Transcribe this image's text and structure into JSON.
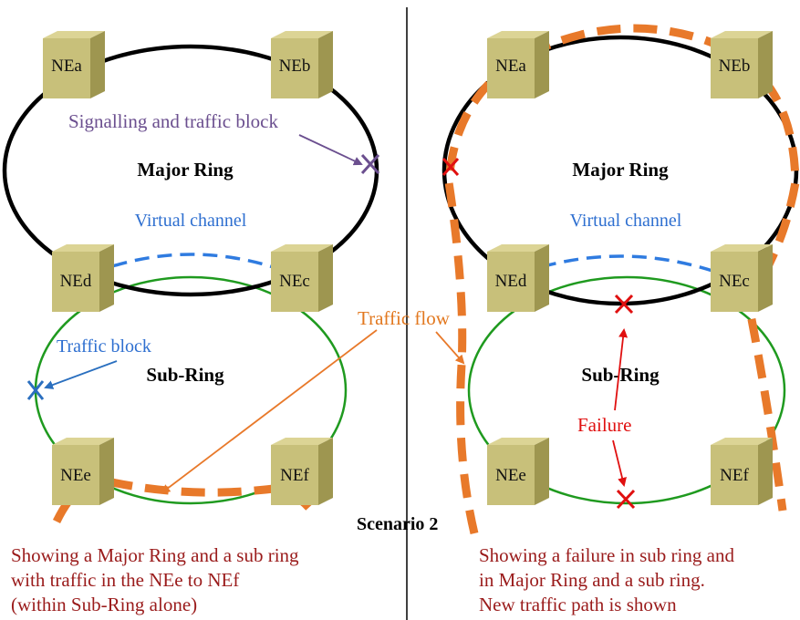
{
  "colors": {
    "ring_major": "#000000",
    "ring_sub": "#1f9a1f",
    "virtual_channel": "#2f7be0",
    "traffic_flow": "#e8792a",
    "block_purple": "#6b4f8f",
    "block_blue": "#2a6fbf",
    "failure_red": "#e01010",
    "caption": "#9a1b1b",
    "node_face": "#c8c07a",
    "node_side": "#9e9650",
    "node_top": "#dcd495"
  },
  "left": {
    "nodes": {
      "nea": "NEa",
      "neb": "NEb",
      "nec": "NEc",
      "ned": "NEd",
      "nee": "NEe",
      "nef": "NEf"
    },
    "major_ring_label": "Major Ring",
    "sub_ring_label": "Sub-Ring",
    "virtual_channel_label": "Virtual channel",
    "signalling_block_label": "Signalling and traffic block",
    "traffic_block_label": "Traffic block",
    "caption": [
      "Showing a Major Ring and a sub ring",
      "with traffic in the NEe to NEf",
      "(within Sub-Ring alone)"
    ]
  },
  "middle": {
    "traffic_flow_label": "Traffic flow",
    "scenario_label": "Scenario 2"
  },
  "right": {
    "nodes": {
      "nea": "NEa",
      "neb": "NEb",
      "nec": "NEc",
      "ned": "NEd",
      "nee": "NEe",
      "nef": "NEf"
    },
    "major_ring_label": "Major Ring",
    "sub_ring_label": "Sub-Ring",
    "virtual_channel_label": "Virtual channel",
    "failure_label": "Failure",
    "caption": [
      "Showing a failure in sub ring and",
      "in Major Ring and a sub ring.",
      "New traffic path is shown"
    ]
  }
}
